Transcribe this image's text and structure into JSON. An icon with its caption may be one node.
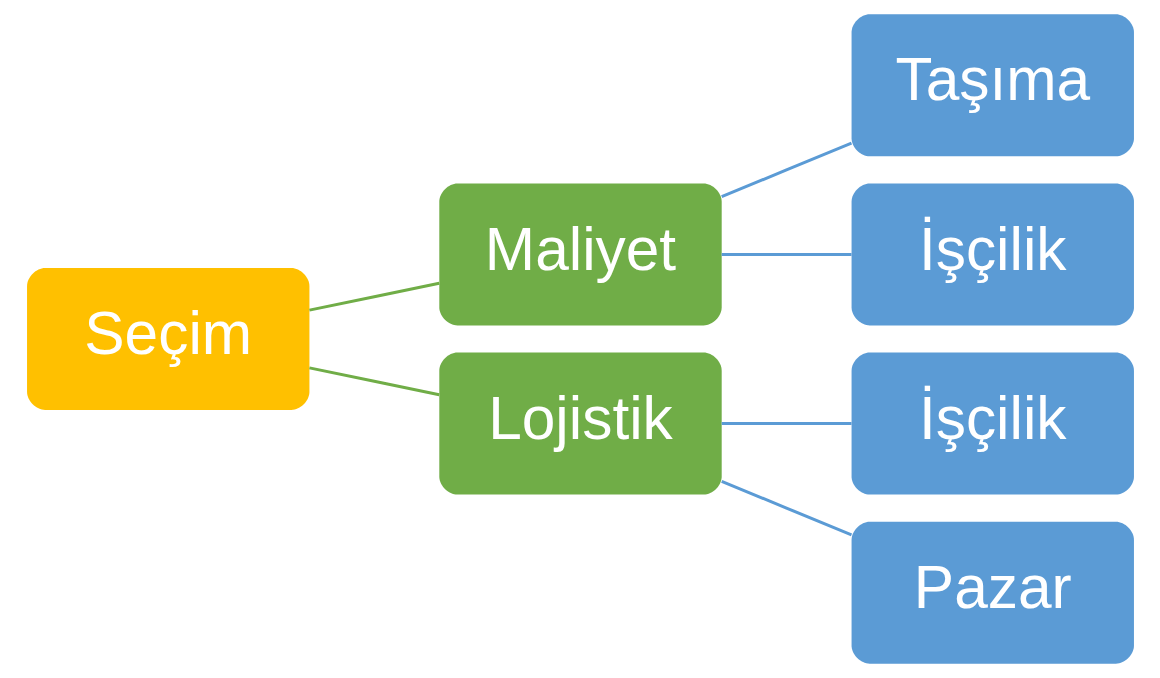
{
  "diagram": {
    "nodes": [
      {
        "text": [
          "Seçim"
        ]
      },
      {
        "text": [
          "Maliyet"
        ]
      },
      {
        "text": [
          "Lojistik"
        ]
      },
      {
        "text": [
          "Taşıma"
        ]
      },
      {
        "text": [
          "İşçilik"
        ]
      },
      {
        "text": [
          "İşçilik"
        ]
      },
      {
        "text": [
          "Pazar"
        ]
      }
    ],
    "edges": [
      {
        "from": 0,
        "to": 1,
        "arrow": "none",
        "color": "#70ad47"
      },
      {
        "from": 0,
        "to": 2,
        "arrow": "none",
        "color": "#70ad47"
      },
      {
        "from": 1,
        "to": 3,
        "arrow": "none"
      },
      {
        "from": 1,
        "to": 4,
        "arrow": "none"
      },
      {
        "from": 2,
        "to": 5,
        "arrow": "none"
      },
      {
        "from": 2,
        "to": 6,
        "arrow": "none"
      }
    ]
  }
}
